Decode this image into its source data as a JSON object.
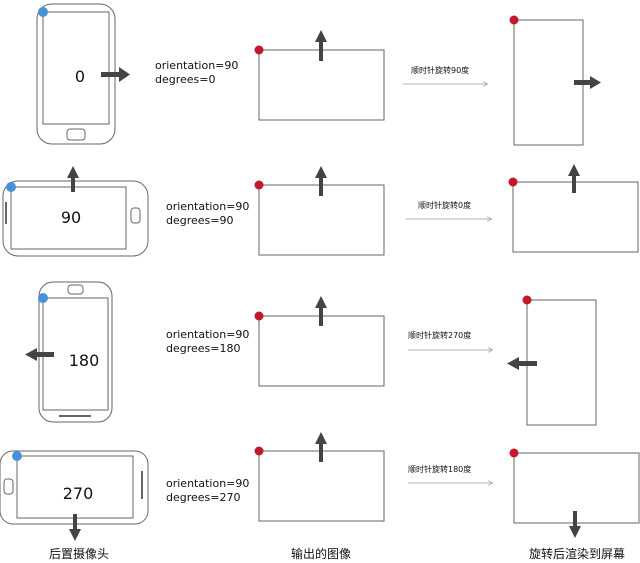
{
  "rows": [
    {
      "angle": "0",
      "orientation": "orientation=90",
      "degrees": "degrees=0",
      "rotate": "顺时针旋转90度"
    },
    {
      "angle": "90",
      "orientation": "orientation=90",
      "degrees": "degrees=90",
      "rotate": "顺时针旋转0度"
    },
    {
      "angle": "180",
      "orientation": "orientation=90",
      "degrees": "degrees=180",
      "rotate": "顺时针旋转270度"
    },
    {
      "angle": "270",
      "orientation": "orientation=90",
      "degrees": "degrees=270",
      "rotate": "顺时针旋转180度"
    }
  ],
  "captions": {
    "camera": "后置摄像头",
    "output": "输出的图像",
    "screen": "旋转后渲染到屏幕"
  },
  "colors": {
    "red_dot": "#c0192c",
    "blue_dot": "#4a90d9",
    "arrow": "#444444",
    "line": "#555555"
  }
}
